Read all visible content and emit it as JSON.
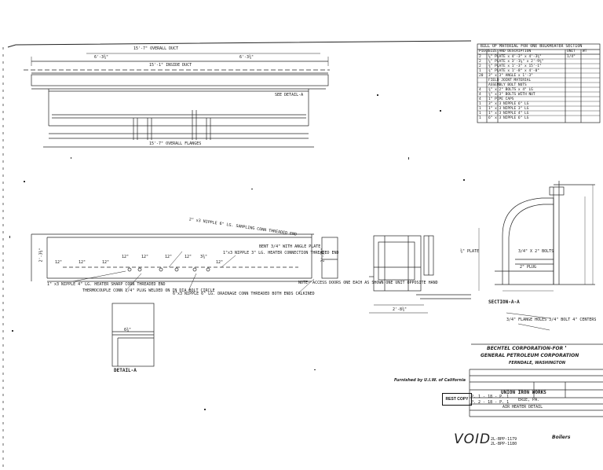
{
  "sheet": {
    "elevation_labels": {
      "overall_duct": "15'-7\" OVERALL DUCT",
      "left_dim": "6'-3¾\"",
      "right_dim": "6'-3¾\"",
      "inside_duct": "15'-1\" INSIDE DUCT",
      "overall_flanges": "15'-7\" OVERALL FLANGES",
      "see_detail": "SEE DETAIL-A"
    },
    "plan_labels": {
      "nipple_a": "2\" x3 NIPPLE 6\" LG. SAMPLING CONN THREADED END",
      "nipple_b": "1\"x3 NIPPLE 3\" LG. HEATER CONNECTION THREADED END",
      "nipple_c": "1\" x3 NIPPLE 4\" LG. HEATER SHARP CORN THREADED END",
      "thermocouple": "THERMOCOUPLE CONN 1/4\" PLUG WELDED ON IN DIA BOLT CIRCLE",
      "nipple_d": "6\"x3 NIPPLE 6\" LG. DRAINAGE CONN THREADED BOTH ENDS CALKINED",
      "angle_plate": "BENT 3/4\" WITH ANGLE PLATE",
      "note": "NOTE- ACCESS DOORS ONE EACH AS SHOWN ONE UNIT OPPOSITE HAND",
      "dim_left": "2'-3¾\"",
      "dim_right": "2'-3¾\"",
      "dim_bottom": "2'-8¾\"",
      "spacing": [
        "12\"",
        "12\"",
        "12\"",
        "12\"",
        "12\"",
        "12\"",
        "12\"",
        "3¾\"",
        "12\""
      ]
    },
    "section": {
      "title": "SECTION-A-A",
      "plug": "2\" PLUG",
      "plate": "¾\" PLATE",
      "bolts": "3/4\" X 2\" BOLTS",
      "flange": "3/4\" FLANGE HOLES 3/4\" BOLT 4\" CENTERS"
    },
    "detail": {
      "title": "DETAIL-A",
      "dim": "6¾\""
    },
    "title_block": {
      "company": "BECHTEL CORPORATION-FOR",
      "client": "GENERAL PETROLEUM CORPORATION",
      "location": "FERNDALE, WASHINGTON",
      "manufacturer": "UNION IRON WORKS",
      "city": "ERIE, PA.",
      "drawing": "AIR HEATER DETAIL",
      "furnished": "Furnished by U.I.W. of California"
    },
    "bom": {
      "title": "BILL OF MATERIAL FOR ONE BULKHEATER SECTION",
      "header": [
        "PIECE",
        "SIZE AND DESCRIPTION",
        "UNIT",
        "WT"
      ],
      "rows": [
        [
          "2",
          "¼\" PLATE x 4'-3\" x 4'-3¾\"",
          "1/4\"",
          ""
        ],
        [
          "2",
          "¼\" PLATE x 3'-1⅝\" x 2'-9¾\"",
          "",
          ""
        ],
        [
          "2",
          "¾\" PLATE x 1'-3\" x 15'-1\"",
          "",
          ""
        ],
        [
          "1",
          "¾\" PLATE x 1'-8\" x 4'-0\"",
          "",
          ""
        ],
        [
          "20",
          "3\" x 3\" ANGLE x 1'-3\"",
          "",
          ""
        ],
        [
          "",
          "FIELD JOINT MATERIAL",
          "",
          ""
        ],
        [
          "",
          "ASSEMBLY BOLT NUTS",
          "",
          ""
        ],
        [
          "4",
          "¾\" x 2\" BOLTS x 4\" LG",
          "",
          ""
        ],
        [
          "4",
          "¾\" x 3\" BOLTS WITH NUT",
          "",
          ""
        ],
        [
          "4",
          "1\" PIPE CAPS",
          "",
          ""
        ],
        [
          "1",
          "3\" x 3 NIPPLE 6\" LG",
          "",
          ""
        ],
        [
          "1",
          "1\" x 3 NIPPLE 3\" LG",
          "",
          ""
        ],
        [
          "1",
          "1\" x 3 NIPPLE 4\" LG",
          "",
          ""
        ],
        [
          "1",
          "6\" x 3 NIPPLE 6\" LG",
          "",
          ""
        ]
      ]
    },
    "stamp": "REST COPY",
    "void": "VOID",
    "boilers": "Boilers",
    "refs": [
      "2L-BPP-1179",
      "2L-BPP-1180"
    ],
    "small_refs": [
      "P. 1 - 18 - P. 1",
      "P. 2 - 18 - P. 1"
    ]
  }
}
